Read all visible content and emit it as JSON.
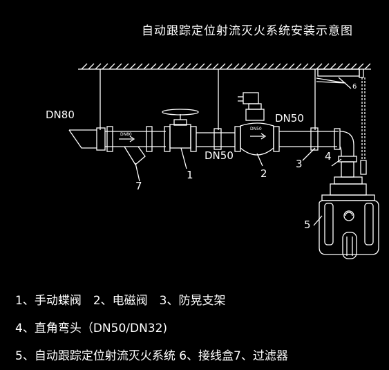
{
  "title": "自动跟踪定位射流灭火系统安装示意图",
  "pipe_labels": {
    "dn80": "DN80",
    "dn50_left": "DN50",
    "dn50_right": "DN50"
  },
  "callouts": {
    "n1": "1",
    "n2": "2",
    "n3": "3",
    "n4": "4",
    "n5": "5",
    "n6": "6",
    "n7": "7"
  },
  "legend": [
    "1、手动蝶阀　2、电磁阀　3、防晃支架",
    "4、直角弯头（DN50/DN32)",
    "5、自动跟踪定位射流灭火系统 6、接线盒7、过滤器"
  ],
  "colors": {
    "background": "#000000",
    "line": "#ffffff"
  }
}
